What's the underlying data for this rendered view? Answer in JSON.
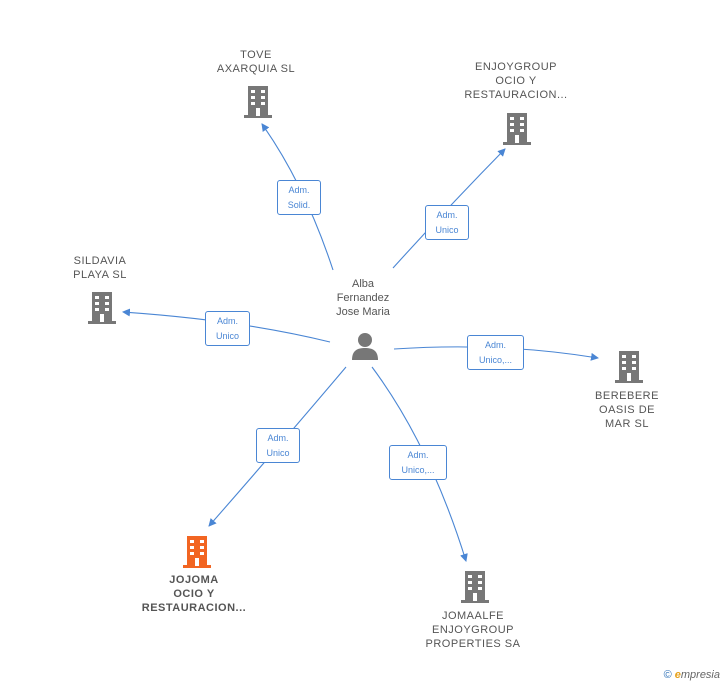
{
  "center": {
    "name": "Alba\nFernandez\nJose Maria",
    "icon": "person-icon"
  },
  "nodes": [
    {
      "id": "tove",
      "name": "TOVE\nAXARQUIA  SL",
      "icon": "building-icon",
      "color": "#777777"
    },
    {
      "id": "enjoygroup",
      "name": "ENJOYGROUP\nOCIO Y\nRESTAURACION...",
      "icon": "building-icon",
      "color": "#777777"
    },
    {
      "id": "sildavia",
      "name": "SILDAVIA\nPLAYA SL",
      "icon": "building-icon",
      "color": "#777777"
    },
    {
      "id": "berebere",
      "name": "BEREBERE\nOASIS DE\nMAR  SL",
      "icon": "building-icon",
      "color": "#777777"
    },
    {
      "id": "jojoma",
      "name": "JOJOMA\nOCIO Y\nRESTAURACION...",
      "icon": "building-icon",
      "color": "#f26522"
    },
    {
      "id": "jomaalfe",
      "name": "JOMAALFE\nENJOYGROUP\nPROPERTIES SA",
      "icon": "building-icon",
      "color": "#777777"
    }
  ],
  "relations": [
    {
      "target": "tove",
      "label": "Adm.\nSolid."
    },
    {
      "target": "enjoygroup",
      "label": "Adm.\nUnico"
    },
    {
      "target": "sildavia",
      "label": "Adm.\nUnico"
    },
    {
      "target": "berebere",
      "label": "Adm.\nUnico,..."
    },
    {
      "target": "jojoma",
      "label": "Adm.\nUnico"
    },
    {
      "target": "jomaalfe",
      "label": "Adm.\nUnico,..."
    }
  ],
  "footer": {
    "copyright": "©",
    "brand_initial": "e",
    "brand_rest": "mpresia"
  },
  "colors": {
    "edge": "#4a86d4",
    "node": "#777777",
    "highlight": "#f26522"
  }
}
